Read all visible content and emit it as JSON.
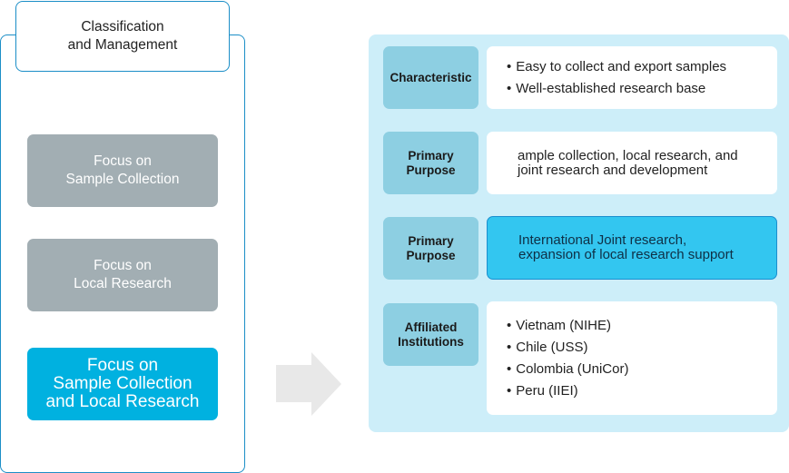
{
  "left": {
    "title_lines": [
      "Classification",
      "and Management"
    ],
    "focus_items": [
      {
        "lines": [
          "Focus on",
          "Sample Collection"
        ],
        "state": "inactive"
      },
      {
        "lines": [
          "Focus on",
          "Local Research"
        ],
        "state": "inactive"
      },
      {
        "lines": [
          "Focus on",
          "Sample Collection",
          "and Local Research"
        ],
        "state": "active"
      }
    ]
  },
  "arrow": {
    "icon": "arrow-right-icon"
  },
  "right": {
    "rows": [
      {
        "label_lines": [
          "Characteristic"
        ],
        "bullets": [
          "Easy to collect and export samples",
          "Well-established research base"
        ]
      },
      {
        "label_lines": [
          "Primary",
          "Purpose"
        ],
        "text_lines": [
          "ample collection, local research, and",
          "joint research and development"
        ]
      },
      {
        "label_lines": [
          "Primary",
          "Purpose"
        ],
        "text_lines": [
          "International Joint research,",
          "expansion of local research support"
        ],
        "highlighted": true
      },
      {
        "label_lines": [
          "Affiliated",
          "Institutions"
        ],
        "bullets": [
          "Vietnam (NIHE)",
          "Chile (USS)",
          "Colombia (UniCor)",
          "Peru (IIEI)"
        ]
      }
    ]
  },
  "colors": {
    "border_blue": "#1b8ec7",
    "inactive_gray": "#a2aeb3",
    "active_blue": "#00b1e0",
    "panel_bg": "#cdeef9",
    "label_bg": "#8dcfe2",
    "highlight_bg": "#33c6f0",
    "arrow_gray": "#e8e8e8"
  }
}
